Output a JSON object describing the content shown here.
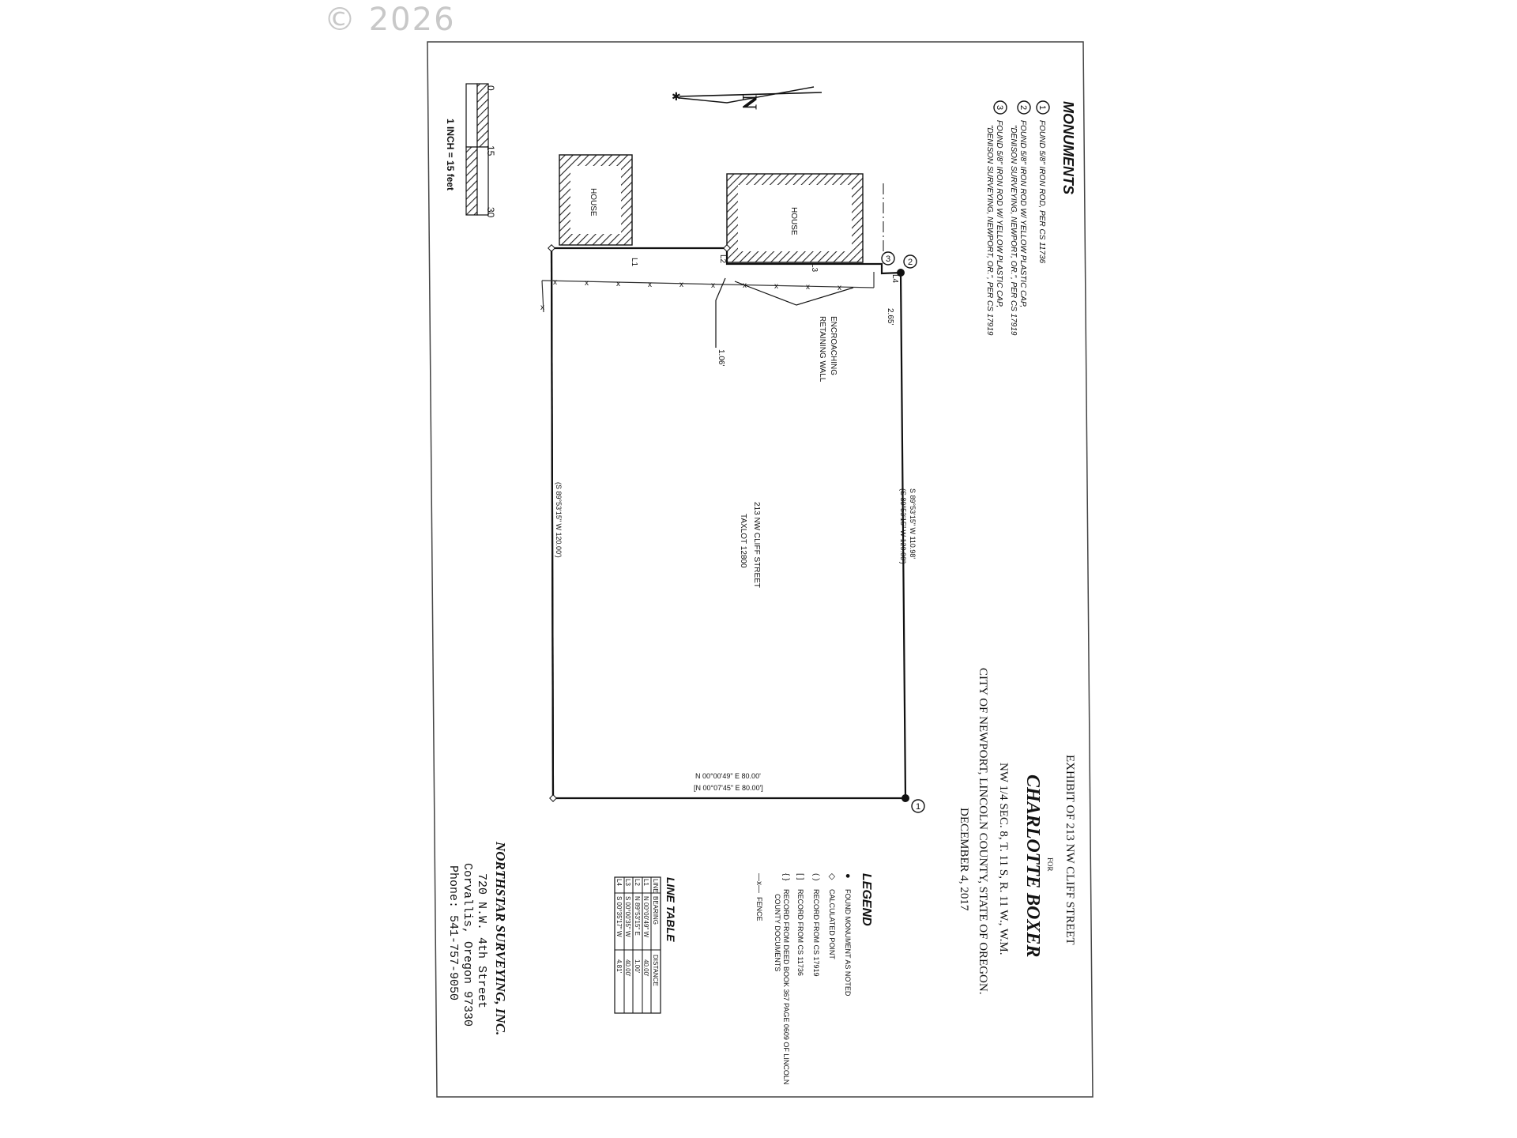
{
  "watermark": "© 2026",
  "monuments": {
    "title": "MONUMENTS",
    "items": [
      {
        "num": "1",
        "lines": [
          "FOUND 5/8\" IRON ROD, PER CS 11736"
        ]
      },
      {
        "num": "2",
        "lines": [
          "FOUND 5/8\" IRON ROD W/ YELLOW PLASTIC CAP,",
          "\"DENISON SURVEYING, NEWPORT, OR.\", PER CS 17919"
        ]
      },
      {
        "num": "3",
        "lines": [
          "FOUND 5/8\" IRON ROD W/ YELLOW PLASTIC CAP,",
          "\"DENISON SURVEYING, NEWPORT, OR.\", PER CS 17919"
        ]
      }
    ]
  },
  "north_label": "N",
  "scale": {
    "ticks": [
      "0",
      "15",
      "30"
    ],
    "text": "1 INCH = 15 feet"
  },
  "houses": {
    "left": "HOUSE",
    "right": "HOUSE"
  },
  "line_labels": {
    "l1": "L1",
    "l2": "L2",
    "l3": "L3",
    "l4": "L4"
  },
  "callouts": {
    "wall_1": "ENCROACHING",
    "wall_2": "RETAINING WALL",
    "dim_a": "2.65'",
    "dim_b": "1.06'"
  },
  "lot": {
    "address": "213 NW CLIFF STREET",
    "taxlot": "TAXLOT 12800",
    "east_bearing": "S 89°53'15\" W  110.98'",
    "east_record": "(S 89°53'15\" W  120.00')",
    "west_record": "(S 89°53'15\" W  120.00')",
    "south_bearing": "N 00°00'49\" E  80.00'",
    "south_record": "[N 00°07'45\" E  80.00']"
  },
  "monument_markers": {
    "m1": "1",
    "m2": "2",
    "m3": "3"
  },
  "title_block": {
    "line1": "EXHIBIT OF 213 NW CLIFF STREET",
    "line2": "FOR",
    "line3": "CHARLOTTE BOXER",
    "line4": "NW 1/4 SEC. 8, T. 11 S, R. 11 W., W.M.",
    "line5": "CITY OF NEWPORT, LINCOLN COUNTY, STATE OF OREGON.",
    "line6": "DECEMBER 4, 2017"
  },
  "legend": {
    "title": "LEGEND",
    "items": [
      {
        "sym": "●",
        "lines": [
          "FOUND MONUMENT AS NOTED"
        ]
      },
      {
        "sym": "◇",
        "lines": [
          "CALCULATED POINT"
        ]
      },
      {
        "sym": "( )",
        "lines": [
          "RECORD FROM CS 17919"
        ]
      },
      {
        "sym": "[ ]",
        "lines": [
          "RECORD FROM CS 11736"
        ]
      },
      {
        "sym": "{ }",
        "lines": [
          "RECORD FROM DEED BOOK 367 PAGE 0609 OF LINCOLN",
          "COUNTY DOCUMENTS"
        ]
      },
      {
        "sym": "—x—",
        "lines": [
          "FENCE"
        ]
      }
    ]
  },
  "line_table": {
    "title": "LINE TABLE",
    "headers": [
      "LINE",
      "BEARING",
      "DISTANCE"
    ],
    "rows": [
      [
        "L1",
        "N 00°00'49\" W",
        "40.00'"
      ],
      [
        "L2",
        "N 89°53'15\" E",
        "1.00'"
      ],
      [
        "L3",
        "S 00°00'35\" W",
        "40.00'"
      ],
      [
        "L4",
        "S 00°35'17\" W",
        "4.81'"
      ]
    ]
  },
  "company": {
    "name": "NORTHSTAR SURVEYING, INC.",
    "street": "720 N.W. 4th Street",
    "city": "Corvallis, Oregon  97330",
    "phone": "Phone: 541-757-9050"
  }
}
